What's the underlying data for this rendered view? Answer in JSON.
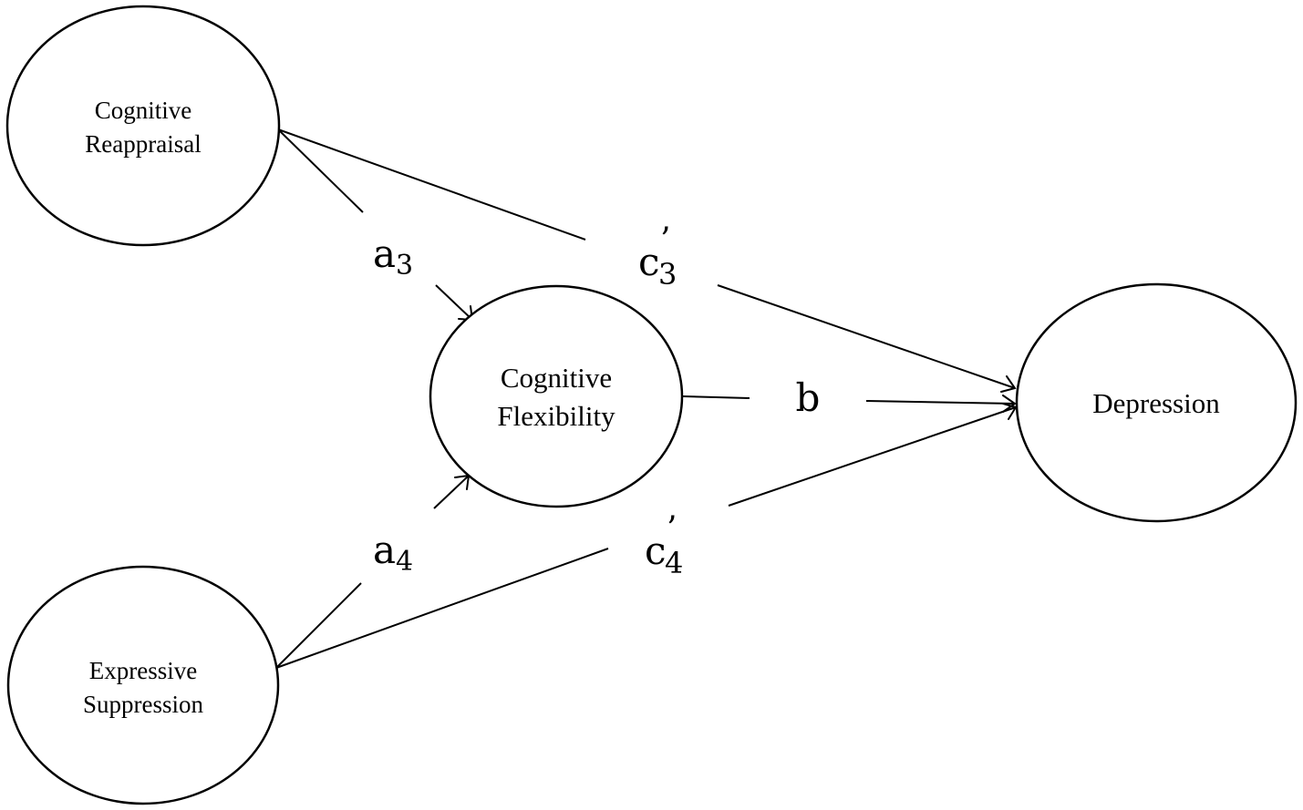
{
  "nodes": {
    "cognitive_reappraisal": {
      "line1": "Cognitive",
      "line2": "Reappraisal"
    },
    "expressive_suppression": {
      "line1": "Expressive",
      "line2": "Suppression"
    },
    "cognitive_flexibility": {
      "line1": "Cognitive",
      "line2": "Flexibility"
    },
    "depression": {
      "label": "Depression"
    }
  },
  "paths": {
    "a3": {
      "base": "a",
      "sub": "3"
    },
    "a4": {
      "base": "a",
      "sub": "4"
    },
    "c3": {
      "base": "c",
      "prime": "’",
      "sub": "3"
    },
    "c4": {
      "base": "c",
      "prime": "’",
      "sub": "4"
    },
    "b": {
      "base": "b"
    }
  }
}
